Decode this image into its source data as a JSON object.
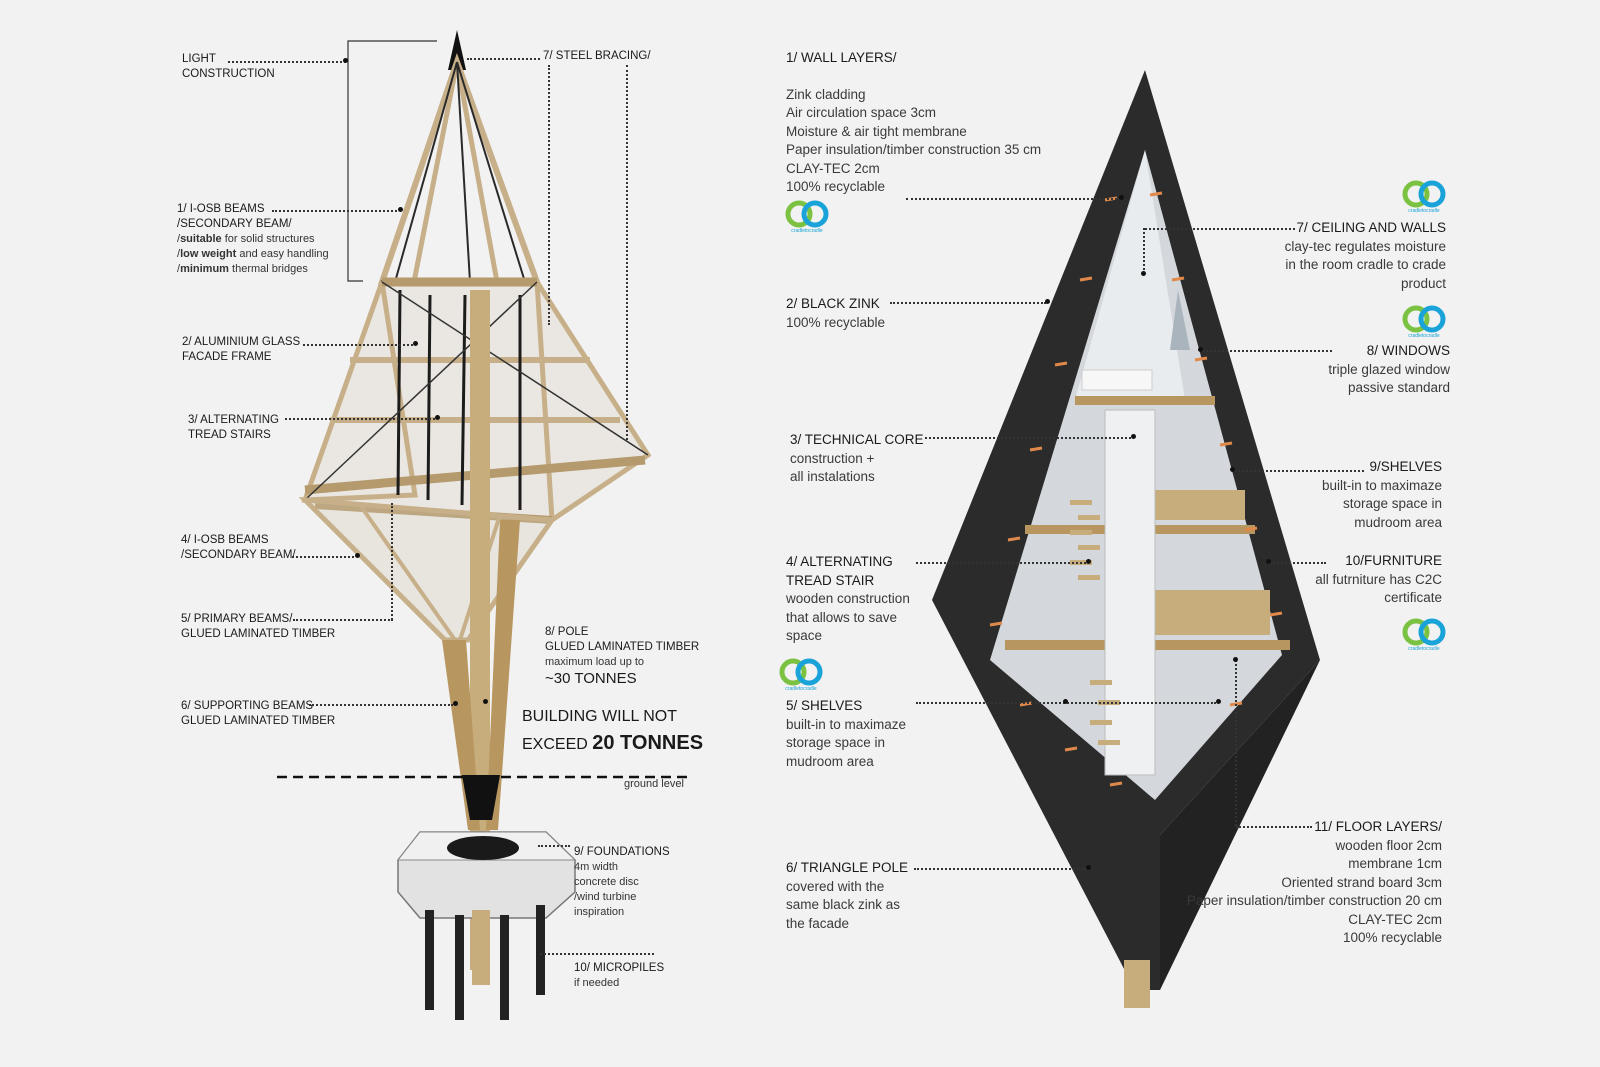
{
  "left": {
    "light_construction": [
      "LIGHT",
      "CONSTRUCTION"
    ],
    "steel_bracing": "7/ STEEL BRACING/",
    "iosb1": {
      "lines": [
        "1/ I-OSB BEAMS",
        "/SECONDARY BEAM/"
      ],
      "b1_bold": "suitable",
      "b1_rest": " for solid structures",
      "b2_bold": "low weight",
      "b2_rest": " and easy handling",
      "b3_bold": "minimum",
      "b3_rest": " thermal bridges",
      "slash": "/"
    },
    "aluminium": [
      "2/  ALUMINIUM GLASS",
      "FACADE FRAME"
    ],
    "stairs": [
      "3/  ALTERNATING",
      "TREAD STAIRS"
    ],
    "iosb4": [
      "4/ I-OSB BEAMS",
      "/SECONDARY BEAM/"
    ],
    "primary": [
      "5/ PRIMARY BEAMS/",
      "GLUED LAMINATED TIMBER"
    ],
    "supporting": [
      "6/ SUPPORTING BEAMS",
      "GLUED LAMINATED TIMBER"
    ],
    "pole": [
      "8/ POLE",
      "GLUED LAMINATED TIMBER",
      "maximum load up to",
      "~30 TONNES"
    ],
    "building": [
      "BUILDING WILL NOT",
      "EXCEED ",
      "20 TONNES"
    ],
    "ground": "ground level",
    "foundations": [
      "9/ FOUNDATIONS",
      "4m width",
      "concrete disc",
      "/wind turbine",
      "inspiration"
    ],
    "micropiles": [
      "10/ MICROPILES",
      "if needed"
    ]
  },
  "right": {
    "wall": {
      "title": "1/ WALL LAYERS/",
      "lines": [
        "Zink cladding",
        "Air circulation space 3cm",
        "Moisture & air tight membrane",
        "Paper insulation/timber construction 35 cm",
        "CLAY-TEC 2cm",
        "100% recyclable"
      ]
    },
    "zinc": {
      "title": "2/ BLACK ZINK",
      "lines": [
        "100% recyclable"
      ]
    },
    "core": {
      "title": "3/ TECHNICAL CORE",
      "lines": [
        "construction +",
        "all instalations"
      ]
    },
    "stair": {
      "title": [
        "4/ ALTERNATING",
        "TREAD STAIR"
      ],
      "lines": [
        "wooden construction",
        "that allows to save",
        "space"
      ]
    },
    "shelves5": {
      "title": "5/ SHELVES",
      "lines": [
        "built-in to maximaze",
        "storage space in",
        "mudroom area"
      ]
    },
    "tripole": {
      "title": "6/ TRIANGLE POLE",
      "lines": [
        "covered with the",
        "same black zink as",
        "the facade"
      ]
    },
    "ceiling": {
      "title": "7/ CEILING AND WALLS",
      "lines": [
        "clay-tec regulates moisture",
        "in the room cradle to crade",
        "product"
      ]
    },
    "windows": {
      "title": "8/ WINDOWS",
      "lines": [
        "triple glazed window",
        "passive standard"
      ]
    },
    "shelves9": {
      "title": "9/SHELVES",
      "lines": [
        "built-in to maximaze",
        "storage space in",
        "mudroom area"
      ]
    },
    "furniture": {
      "title": "10/FURNITURE",
      "lines": [
        "all futrniture has C2C",
        "certificate"
      ]
    },
    "floor": {
      "title": "11/ FLOOR LAYERS/",
      "lines": [
        "wooden floor 2cm",
        "membrane 1cm",
        "Oriented strand board 3cm",
        "Paper insulation/timber construction 20 cm",
        "CLAY-TEC 2cm",
        "100% recyclable"
      ]
    }
  },
  "badge_text": "cradletocradle",
  "colors": {
    "timber": "#cdb78f",
    "zinc": "#2a2a2a",
    "accent_green": "#7cc242",
    "accent_blue": "#1aa3d9"
  }
}
